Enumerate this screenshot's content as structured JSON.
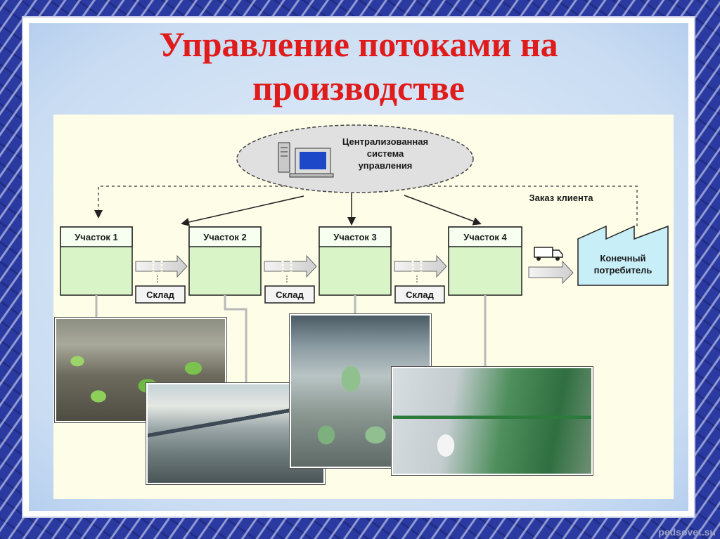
{
  "slide": {
    "title_line1": "Управление потоками на",
    "title_line2": "производстве",
    "watermark": "pedsovet.su"
  },
  "diagram": {
    "central_system": [
      "Централизованная",
      "система",
      "управления"
    ],
    "order_label": "Заказ клиента",
    "sections": [
      "Участок 1",
      "Участок 2",
      "Участок 3",
      "Участок 4"
    ],
    "warehouse_label": "Склад",
    "consumer": [
      "Конечный",
      "потребитель"
    ]
  },
  "photos": [
    {
      "name": "workshop-photo-1",
      "palette": "green-machinery"
    },
    {
      "name": "workshop-photo-2",
      "palette": "production-line"
    },
    {
      "name": "workshop-photo-3",
      "palette": "mill-hall"
    },
    {
      "name": "workshop-photo-4",
      "palette": "textile-line"
    }
  ],
  "colors": {
    "title": "#e01b1b",
    "section_fill": "#d9f5c8",
    "consumer_fill": "#c8eef8",
    "ellipse_fill": "#e0e0e0"
  }
}
